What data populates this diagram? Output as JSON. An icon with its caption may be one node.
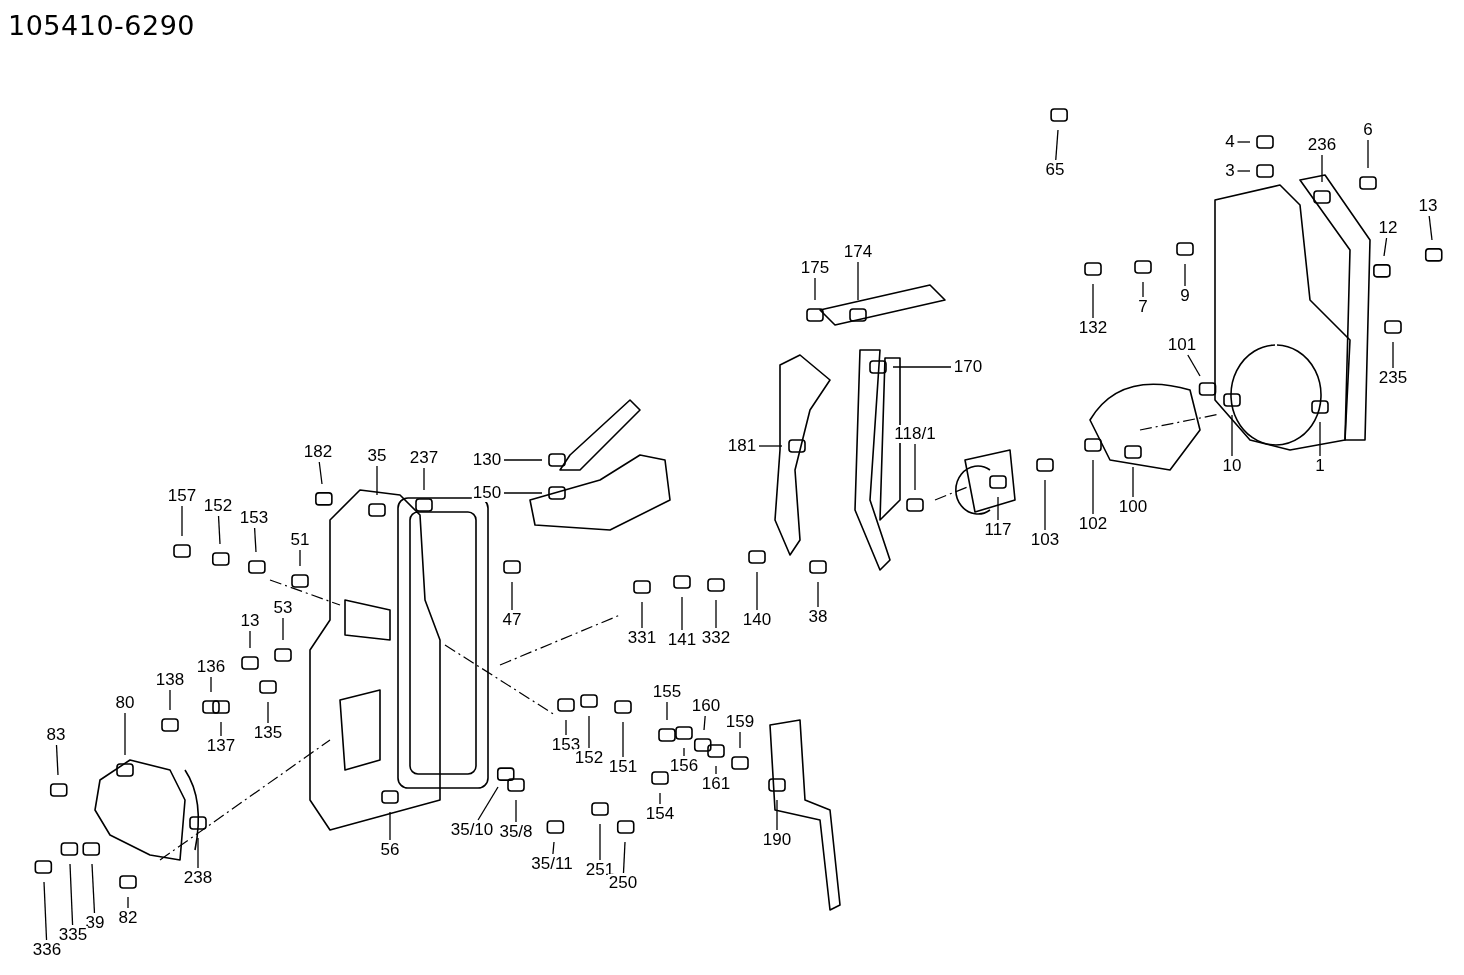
{
  "diagram": {
    "title": "105410-6290",
    "nodes": [
      {
        "text": [
          "65"
        ]
      },
      {
        "text": [
          "4"
        ]
      },
      {
        "text": [
          "3"
        ]
      },
      {
        "text": [
          "236"
        ]
      },
      {
        "text": [
          "6"
        ]
      },
      {
        "text": [
          "13"
        ]
      },
      {
        "text": [
          "12"
        ]
      },
      {
        "text": [
          "175"
        ]
      },
      {
        "text": [
          "174"
        ]
      },
      {
        "text": [
          "132"
        ]
      },
      {
        "text": [
          "7"
        ]
      },
      {
        "text": [
          "9"
        ]
      },
      {
        "text": [
          "170"
        ]
      },
      {
        "text": [
          "101"
        ]
      },
      {
        "text": [
          "235"
        ]
      },
      {
        "text": [
          "130"
        ]
      },
      {
        "text": [
          "181"
        ]
      },
      {
        "text": [
          "118/1"
        ]
      },
      {
        "text": [
          "10"
        ]
      },
      {
        "text": [
          "1"
        ]
      },
      {
        "text": [
          "182"
        ]
      },
      {
        "text": [
          "35"
        ]
      },
      {
        "text": [
          "237"
        ]
      },
      {
        "text": [
          "150"
        ]
      },
      {
        "text": [
          "117"
        ]
      },
      {
        "text": [
          "103"
        ]
      },
      {
        "text": [
          "102"
        ]
      },
      {
        "text": [
          "100"
        ]
      },
      {
        "text": [
          "157"
        ]
      },
      {
        "text": [
          "152"
        ]
      },
      {
        "text": [
          "153"
        ]
      },
      {
        "text": [
          "51"
        ]
      },
      {
        "text": [
          "47"
        ]
      },
      {
        "text": [
          "38"
        ]
      },
      {
        "text": [
          "140"
        ]
      },
      {
        "text": [
          "332"
        ]
      },
      {
        "text": [
          "141"
        ]
      },
      {
        "text": [
          "331"
        ]
      },
      {
        "text": [
          "13"
        ]
      },
      {
        "text": [
          "53"
        ]
      },
      {
        "text": [
          "138"
        ]
      },
      {
        "text": [
          "136"
        ]
      },
      {
        "text": [
          "137"
        ]
      },
      {
        "text": [
          "135"
        ]
      },
      {
        "text": [
          "80"
        ]
      },
      {
        "text": [
          "83"
        ]
      },
      {
        "text": [
          "153"
        ]
      },
      {
        "text": [
          "152"
        ]
      },
      {
        "text": [
          "151"
        ]
      },
      {
        "text": [
          "154"
        ]
      },
      {
        "text": [
          "155"
        ]
      },
      {
        "text": [
          "156"
        ]
      },
      {
        "text": [
          "160"
        ]
      },
      {
        "text": [
          "159"
        ]
      },
      {
        "text": [
          "161"
        ]
      },
      {
        "text": [
          "190"
        ]
      },
      {
        "text": [
          "56"
        ]
      },
      {
        "text": [
          "35/10"
        ]
      },
      {
        "text": [
          "35/8"
        ]
      },
      {
        "text": [
          "35/11"
        ]
      },
      {
        "text": [
          "251"
        ]
      },
      {
        "text": [
          "250"
        ]
      },
      {
        "text": [
          "238"
        ]
      },
      {
        "text": [
          "39"
        ]
      },
      {
        "text": [
          "335"
        ]
      },
      {
        "text": [
          "336"
        ]
      },
      {
        "text": [
          "82"
        ]
      }
    ],
    "edges": [
      {
        "from": 0,
        "to": null,
        "arrow": "none"
      },
      {
        "from": 1,
        "to": null,
        "arrow": "none"
      },
      {
        "from": 2,
        "to": null,
        "arrow": "none"
      },
      {
        "from": 3,
        "to": null,
        "arrow": "none"
      },
      {
        "from": 4,
        "to": null,
        "arrow": "none"
      },
      {
        "from": 5,
        "to": null,
        "arrow": "none"
      },
      {
        "from": 6,
        "to": null,
        "arrow": "none"
      },
      {
        "from": 7,
        "to": null,
        "arrow": "none"
      },
      {
        "from": 8,
        "to": null,
        "arrow": "none"
      },
      {
        "from": 9,
        "to": null,
        "arrow": "none"
      },
      {
        "from": 10,
        "to": null,
        "arrow": "none"
      },
      {
        "from": 11,
        "to": null,
        "arrow": "none"
      },
      {
        "from": 12,
        "to": null,
        "arrow": "none"
      },
      {
        "from": 13,
        "to": null,
        "arrow": "none"
      },
      {
        "from": 14,
        "to": null,
        "arrow": "none"
      },
      {
        "from": 15,
        "to": null,
        "arrow": "none"
      },
      {
        "from": 16,
        "to": null,
        "arrow": "none"
      },
      {
        "from": 17,
        "to": null,
        "arrow": "none"
      },
      {
        "from": 18,
        "to": null,
        "arrow": "none"
      },
      {
        "from": 19,
        "to": null,
        "arrow": "none"
      },
      {
        "from": 20,
        "to": null,
        "arrow": "none"
      },
      {
        "from": 21,
        "to": null,
        "arrow": "none"
      },
      {
        "from": 22,
        "to": null,
        "arrow": "none"
      },
      {
        "from": 23,
        "to": null,
        "arrow": "none"
      },
      {
        "from": 24,
        "to": null,
        "arrow": "none"
      },
      {
        "from": 25,
        "to": null,
        "arrow": "none"
      },
      {
        "from": 26,
        "to": null,
        "arrow": "none"
      },
      {
        "from": 27,
        "to": null,
        "arrow": "none"
      },
      {
        "from": 28,
        "to": null,
        "arrow": "none"
      },
      {
        "from": 29,
        "to": null,
        "arrow": "none"
      },
      {
        "from": 30,
        "to": null,
        "arrow": "none"
      },
      {
        "from": 31,
        "to": null,
        "arrow": "none"
      },
      {
        "from": 32,
        "to": null,
        "arrow": "none"
      },
      {
        "from": 33,
        "to": null,
        "arrow": "none"
      },
      {
        "from": 34,
        "to": null,
        "arrow": "none"
      },
      {
        "from": 35,
        "to": null,
        "arrow": "none"
      },
      {
        "from": 36,
        "to": null,
        "arrow": "none"
      },
      {
        "from": 37,
        "to": null,
        "arrow": "none"
      },
      {
        "from": 38,
        "to": null,
        "arrow": "none"
      },
      {
        "from": 39,
        "to": null,
        "arrow": "none"
      },
      {
        "from": 40,
        "to": null,
        "arrow": "none"
      },
      {
        "from": 41,
        "to": null,
        "arrow": "none"
      },
      {
        "from": 42,
        "to": null,
        "arrow": "none"
      },
      {
        "from": 43,
        "to": null,
        "arrow": "none"
      },
      {
        "from": 44,
        "to": null,
        "arrow": "none"
      },
      {
        "from": 45,
        "to": null,
        "arrow": "none"
      },
      {
        "from": 46,
        "to": null,
        "arrow": "none"
      },
      {
        "from": 47,
        "to": null,
        "arrow": "none"
      },
      {
        "from": 48,
        "to": null,
        "arrow": "none"
      },
      {
        "from": 49,
        "to": null,
        "arrow": "none"
      },
      {
        "from": 50,
        "to": null,
        "arrow": "none"
      },
      {
        "from": 51,
        "to": null,
        "arrow": "none"
      },
      {
        "from": 52,
        "to": null,
        "arrow": "none"
      },
      {
        "from": 53,
        "to": null,
        "arrow": "none"
      },
      {
        "from": 54,
        "to": null,
        "arrow": "none"
      },
      {
        "from": 55,
        "to": null,
        "arrow": "none"
      },
      {
        "from": 56,
        "to": null,
        "arrow": "none"
      },
      {
        "from": 57,
        "to": null,
        "arrow": "none"
      },
      {
        "from": 58,
        "to": null,
        "arrow": "none"
      },
      {
        "from": 59,
        "to": null,
        "arrow": "none"
      },
      {
        "from": 60,
        "to": null,
        "arrow": "none"
      },
      {
        "from": 61,
        "to": null,
        "arrow": "none"
      },
      {
        "from": 62,
        "to": null,
        "arrow": "none"
      },
      {
        "from": 63,
        "to": null,
        "arrow": "none"
      },
      {
        "from": 64,
        "to": null,
        "arrow": "none"
      },
      {
        "from": 65,
        "to": null,
        "arrow": "none"
      },
      {
        "from": 66,
        "to": null,
        "arrow": "none"
      }
    ]
  }
}
